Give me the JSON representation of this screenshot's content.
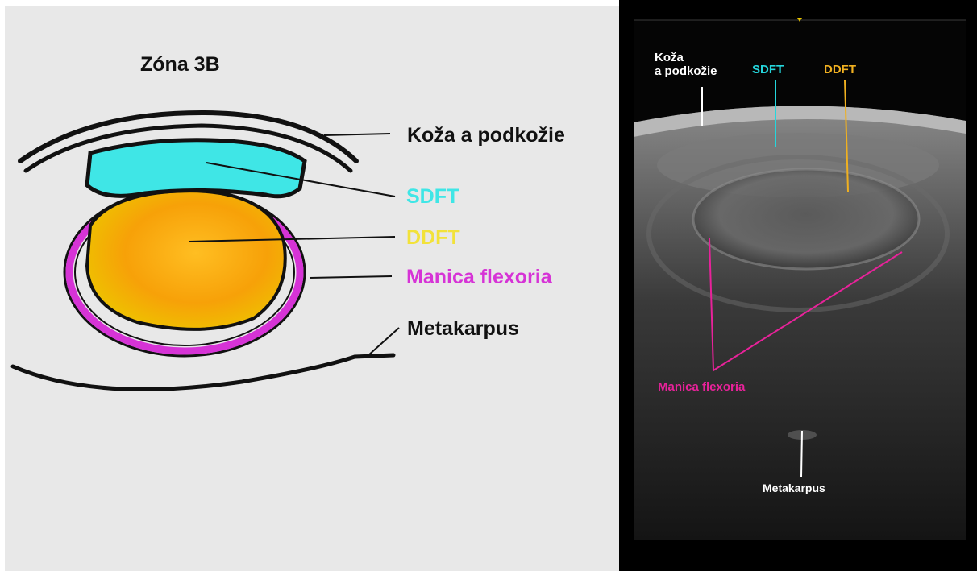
{
  "diagram": {
    "title": "Zóna 3B",
    "labels": {
      "skin": "Koža a podkožie",
      "sdft": "SDFT",
      "ddft": "DDFT",
      "manica": "Manica flexoria",
      "metakarpus": "Metakarpus"
    }
  },
  "ultrasound": {
    "labels": {
      "skin_line1": "Koža",
      "skin_line2": "a podkožie",
      "sdft": "SDFT",
      "ddft": "DDFT",
      "manica": "Manica flexoria",
      "metakarpus": "Metakarpus"
    }
  },
  "colors": {
    "sdft": "#3fe6e6",
    "ddft": "#f6a800",
    "ddft_label": "#f2e23a",
    "manica": "#d633d6",
    "us_manica": "#e8229a",
    "us_sdft": "#25d6dc",
    "us_ddft": "#f0b020",
    "outline": "#111111"
  }
}
